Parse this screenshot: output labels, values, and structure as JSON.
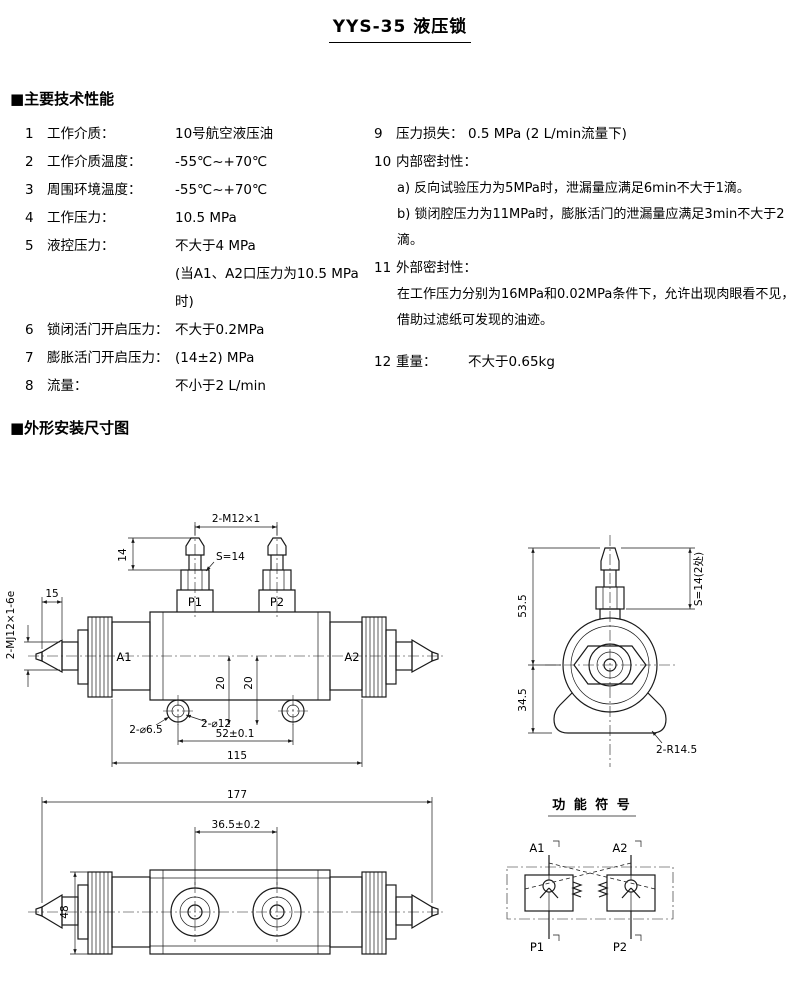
{
  "page": {
    "title": "YYS-35 液压锁"
  },
  "sections": {
    "specs": "■主要技术性能",
    "dims": "■外形安装尺寸图"
  },
  "specs_left": [
    {
      "num": "1",
      "label": "工作介质：",
      "value": "10号航空液压油"
    },
    {
      "num": "2",
      "label": "工作介质温度：",
      "value": "-55℃~+70℃"
    },
    {
      "num": "3",
      "label": "周围环境温度：",
      "value": "-55℃~+70℃"
    },
    {
      "num": "4",
      "label": "工作压力：",
      "value": "10.5 MPa"
    },
    {
      "num": "5",
      "label": "液控压力：",
      "value": "不大于4 MPa",
      "note": "(当A1、A2口压力为10.5 MPa时)"
    },
    {
      "num": "6",
      "label": "锁闭活门开启压力：",
      "value": "不大于0.2MPa"
    },
    {
      "num": "7",
      "label": "膨胀活门开启压力：",
      "value": "(14±2) MPa"
    },
    {
      "num": "8",
      "label": "流量：",
      "value": "不小于2 L/min"
    }
  ],
  "specs_right": [
    {
      "num": "9",
      "label": "压力损失：",
      "value": "0.5 MPa (2 L/min流量下)"
    },
    {
      "num": "10",
      "label": "内部密封性：",
      "line_a": "a) 反向试验压力为5MPa时，泄漏量应满足6min不大于1滴。",
      "line_b": "b) 锁闭腔压力为11MPa时，膨胀活门的泄漏量应满足3min不大于2滴。"
    },
    {
      "num": "11",
      "label": "外部密封性：",
      "text": "在工作压力分别为16MPa和0.02MPa条件下，允许出现肉眼看不见，借助过滤纸可发现的油迹。"
    },
    {
      "num": "12",
      "label": "重量：",
      "value": "不大于0.65kg"
    }
  ],
  "drawing": {
    "side": {
      "dim_ports": "2-M12×1",
      "s14": "S=14",
      "dim_14": "14",
      "dim_15": "15",
      "thread_left": "2-MJ12×1-6e",
      "p1": "P1",
      "p2": "P2",
      "a1": "A1",
      "a2": "A2",
      "dim_20a": "20",
      "dim_20b": "20",
      "hole_small": "2-⌀6.5",
      "hole_large": "2-⌀12",
      "dim_52": "52±0.1",
      "dim_115": "115"
    },
    "end": {
      "dim_53_5": "53.5",
      "dim_34_5": "34.5",
      "s14_2": "S=14(2处)",
      "radius": "2-R14.5"
    },
    "front": {
      "dim_177": "177",
      "dim_36_5": "36.5±0.2",
      "dim_48": "48"
    },
    "symbol": {
      "title": "功 能 符 号",
      "a1": "A1",
      "a2": "A2",
      "p1": "P1",
      "p2": "P2"
    }
  }
}
